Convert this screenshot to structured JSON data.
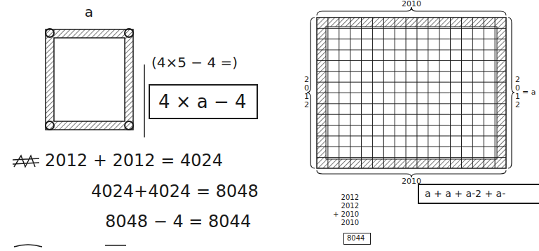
{
  "diagram": {
    "nodes": [
      {
        "text": [
          "4 × a − 4"
        ]
      },
      {
        "text": [
          "8044"
        ]
      },
      {
        "text": [
          "a + a + a-2 + a-"
        ]
      }
    ],
    "labels": [
      "2010",
      "a",
      "(4×5 − 4 =)",
      "2012",
      "2012",
      "= a",
      "2012 + 2012 = 4024",
      "2010",
      "4024+4024 = 8048",
      "2012",
      "2012",
      "+ 2010",
      "2010",
      "8048 − 4 = 8044"
    ]
  }
}
